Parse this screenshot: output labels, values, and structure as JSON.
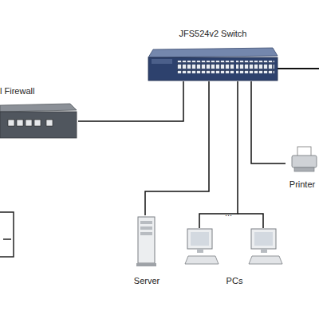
{
  "diagram": {
    "nodes": [
      {
        "text": [
          "JFS524v2 Switch"
        ]
      },
      {
        "text": [
          "l Firewall"
        ]
      },
      {
        "text": [
          "Printer"
        ]
      },
      {
        "text": [
          "Server"
        ]
      },
      {
        "text": [
          "PCs"
        ]
      }
    ],
    "edges": [
      {
        "from": 0,
        "to": 1,
        "arrow": "none"
      },
      {
        "from": 0,
        "to": 3,
        "arrow": "none"
      },
      {
        "from": 0,
        "to": 4,
        "arrow": "none"
      },
      {
        "from": 0,
        "to": 2,
        "arrow": "none"
      }
    ],
    "labels": [
      "..."
    ]
  }
}
